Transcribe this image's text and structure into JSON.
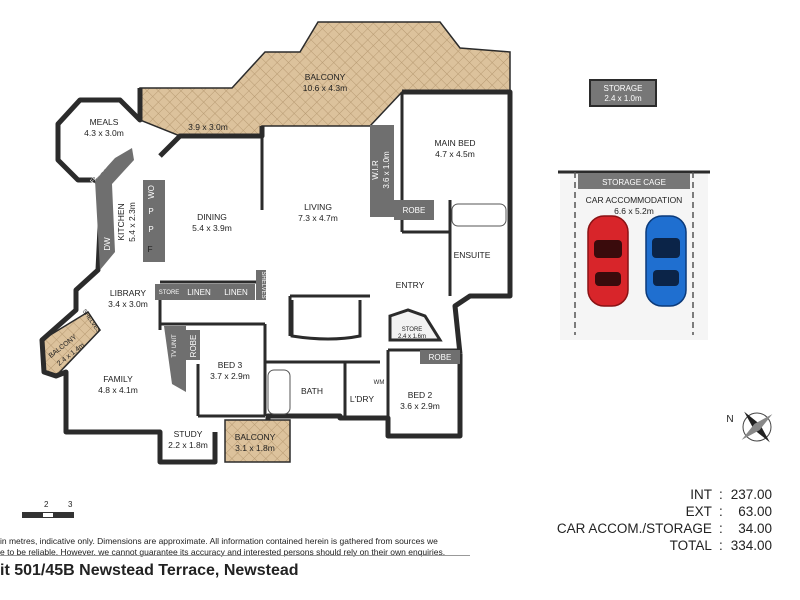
{
  "rooms": {
    "balcony_main": {
      "name": "BALCONY",
      "dims": "10.6 x 4.3m"
    },
    "balcony_small_dims": "3.9 x 3.0m",
    "storage": {
      "name": "STORAGE",
      "dims": "2.4 x 1.0m"
    },
    "meals": {
      "name": "MEALS",
      "dims": "4.3 x 3.0m"
    },
    "main_bed": {
      "name": "MAIN BED",
      "dims": "4.7 x 4.5m"
    },
    "wir": {
      "name": "W.I.R",
      "dims": "3.6 x 1.0m"
    },
    "robe_main": "ROBE",
    "living": {
      "name": "LIVING",
      "dims": "7.3 x 4.7m"
    },
    "dining": {
      "name": "DINING",
      "dims": "5.4 x 3.9m"
    },
    "kitchen": {
      "name": "KITCHEN",
      "dims": "5.4 x 2.3m"
    },
    "display": "DISPLAY",
    "kitchen_marks": {
      "wo": "WO",
      "p": "P",
      "f": "F",
      "dw": "DW",
      "fridge": "FRIDGE"
    },
    "ensuite": "ENSUITE",
    "entry": "ENTRY",
    "library": {
      "name": "LIBRARY",
      "dims": "3.4 x 3.0m"
    },
    "store_small": "STORE",
    "linen": "LINEN",
    "shelves": "SHELVES",
    "balcony_left": {
      "name": "BALCONY",
      "dims": "2.4 x 1.4m"
    },
    "store_entry": {
      "name": "STORE",
      "dims": "2.4 x 1.6m"
    },
    "robe_bed2": "ROBE",
    "bed3": {
      "name": "BED 3",
      "dims": "3.7 x 2.9m"
    },
    "tv_unit": "TV UNIT",
    "robe_bed3": "ROBE",
    "bath": "BATH",
    "ldry": "L'DRY",
    "wm": "WM",
    "bed2": {
      "name": "BED 2",
      "dims": "3.6 x 2.9m"
    },
    "family": {
      "name": "FAMILY",
      "dims": "4.8 x 4.1m"
    },
    "study": {
      "name": "STUDY",
      "dims": "2.2 x 1.8m"
    },
    "balcony_bottom": {
      "name": "BALCONY",
      "dims": "3.1 x 1.8m"
    },
    "storage_cage": "STORAGE CAGE",
    "car": {
      "name": "CAR ACCOMMODATION",
      "dims": "6.6 x 5.2m"
    }
  },
  "compass_letter": "N",
  "colors": {
    "wall": "#2b2b2b",
    "fixture": "#6f6f6f",
    "balcony": "#dcc29c",
    "car_red": "#d8252a",
    "car_blue": "#1f6fd0"
  },
  "scale_marks": [
    "2",
    "3"
  ],
  "totals": [
    {
      "key": "INT",
      "value": "237.00"
    },
    {
      "key": "EXT",
      "value": "63.00"
    },
    {
      "key": "CAR ACCOM./STORAGE",
      "value": "34.00"
    },
    {
      "key": "TOTAL",
      "value": "334.00"
    }
  ],
  "disclaimer": [
    "in metres, indicative only. Dimensions are approximate. All information contained herein is gathered from sources we",
    "e to be reliable. However, we cannot guarantee its accuracy and interested persons should rely on their own enquiries."
  ],
  "address": "it 501/45B Newstead Terrace, Newstead"
}
